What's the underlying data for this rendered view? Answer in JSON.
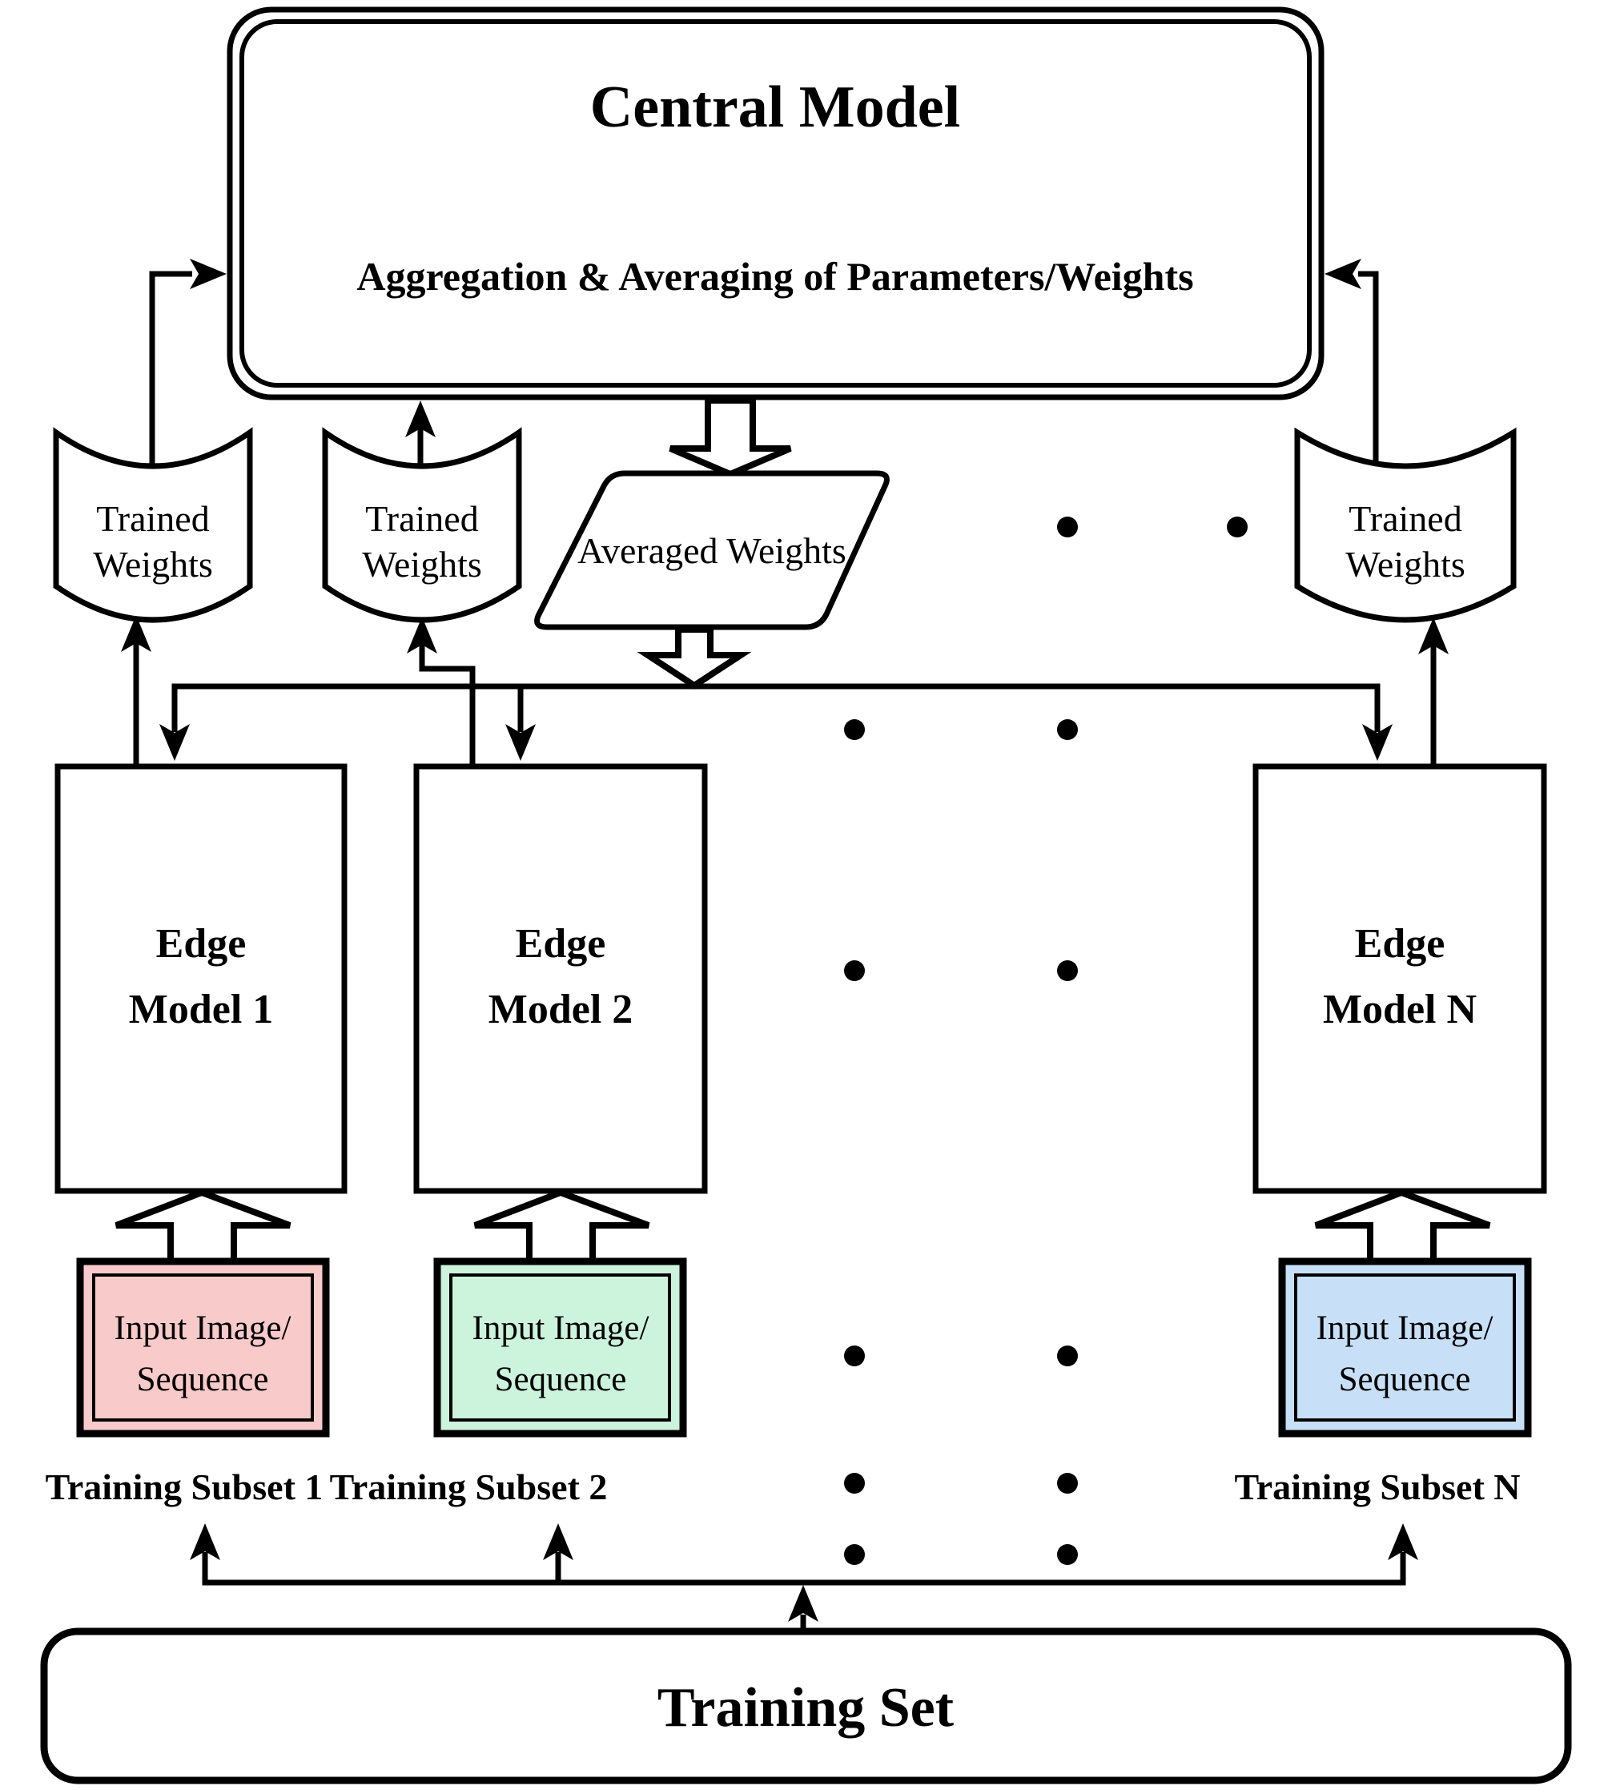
{
  "diagram": {
    "central_model": {
      "title": "Central Model",
      "subtitle": "Aggregation & Averaging of Parameters/Weights"
    },
    "trained_weights_1": {
      "line1": "Trained",
      "line2": "Weights"
    },
    "trained_weights_2": {
      "line1": "Trained",
      "line2": "Weights"
    },
    "trained_weights_n": {
      "line1": "Trained",
      "line2": "Weights"
    },
    "averaged_weights": {
      "label": "Averaged Weights"
    },
    "edge_model_1": {
      "line1": "Edge",
      "line2": "Model 1"
    },
    "edge_model_2": {
      "line1": "Edge",
      "line2": "Model 2"
    },
    "edge_model_n": {
      "line1": "Edge",
      "line2": "Model N"
    },
    "input_1": {
      "line1": "Input Image/",
      "line2": "Sequence",
      "fill": "#f9caca"
    },
    "input_2": {
      "line1": "Input Image/",
      "line2": "Sequence",
      "fill": "#ccf3dc"
    },
    "input_n": {
      "line1": "Input Image/",
      "line2": "Sequence",
      "fill": "#c7e0f7"
    },
    "subset_1": {
      "label": "Training Subset 1"
    },
    "subset_2": {
      "label": "Training Subset 2"
    },
    "subset_n": {
      "label": "Training Subset N"
    },
    "training_set": {
      "label": "Training Set"
    },
    "colors": {
      "line": "#000000",
      "background": "#ffffff"
    }
  }
}
